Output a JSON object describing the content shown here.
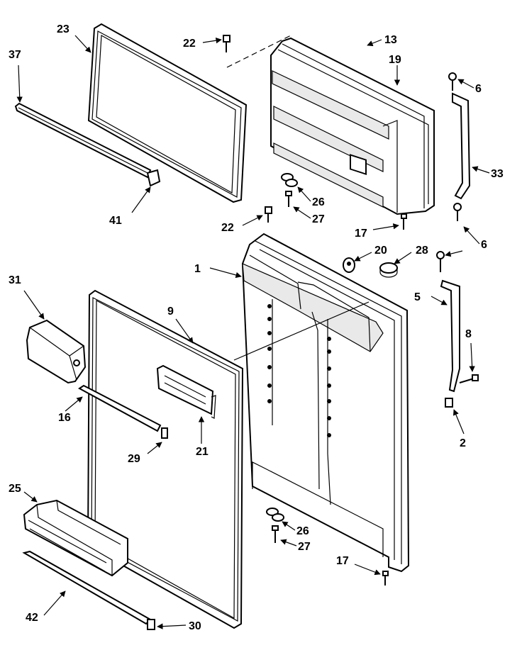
{
  "labels": {
    "p23": "23",
    "p22a": "22",
    "p13": "13",
    "p19": "19",
    "p37": "37",
    "p6a": "6",
    "p33": "33",
    "p41": "41",
    "p26a": "26",
    "p27a": "27",
    "p22b": "22",
    "p17a": "17",
    "p6b": "6",
    "p1": "1",
    "p20": "20",
    "p28": "28",
    "p31": "31",
    "p9": "9",
    "p5": "5",
    "p8": "8",
    "p16": "16",
    "p2": "2",
    "p29": "29",
    "p21": "21",
    "p25": "25",
    "p26b": "26",
    "p27b": "27",
    "p17b": "17",
    "p42": "42",
    "p30": "30"
  }
}
